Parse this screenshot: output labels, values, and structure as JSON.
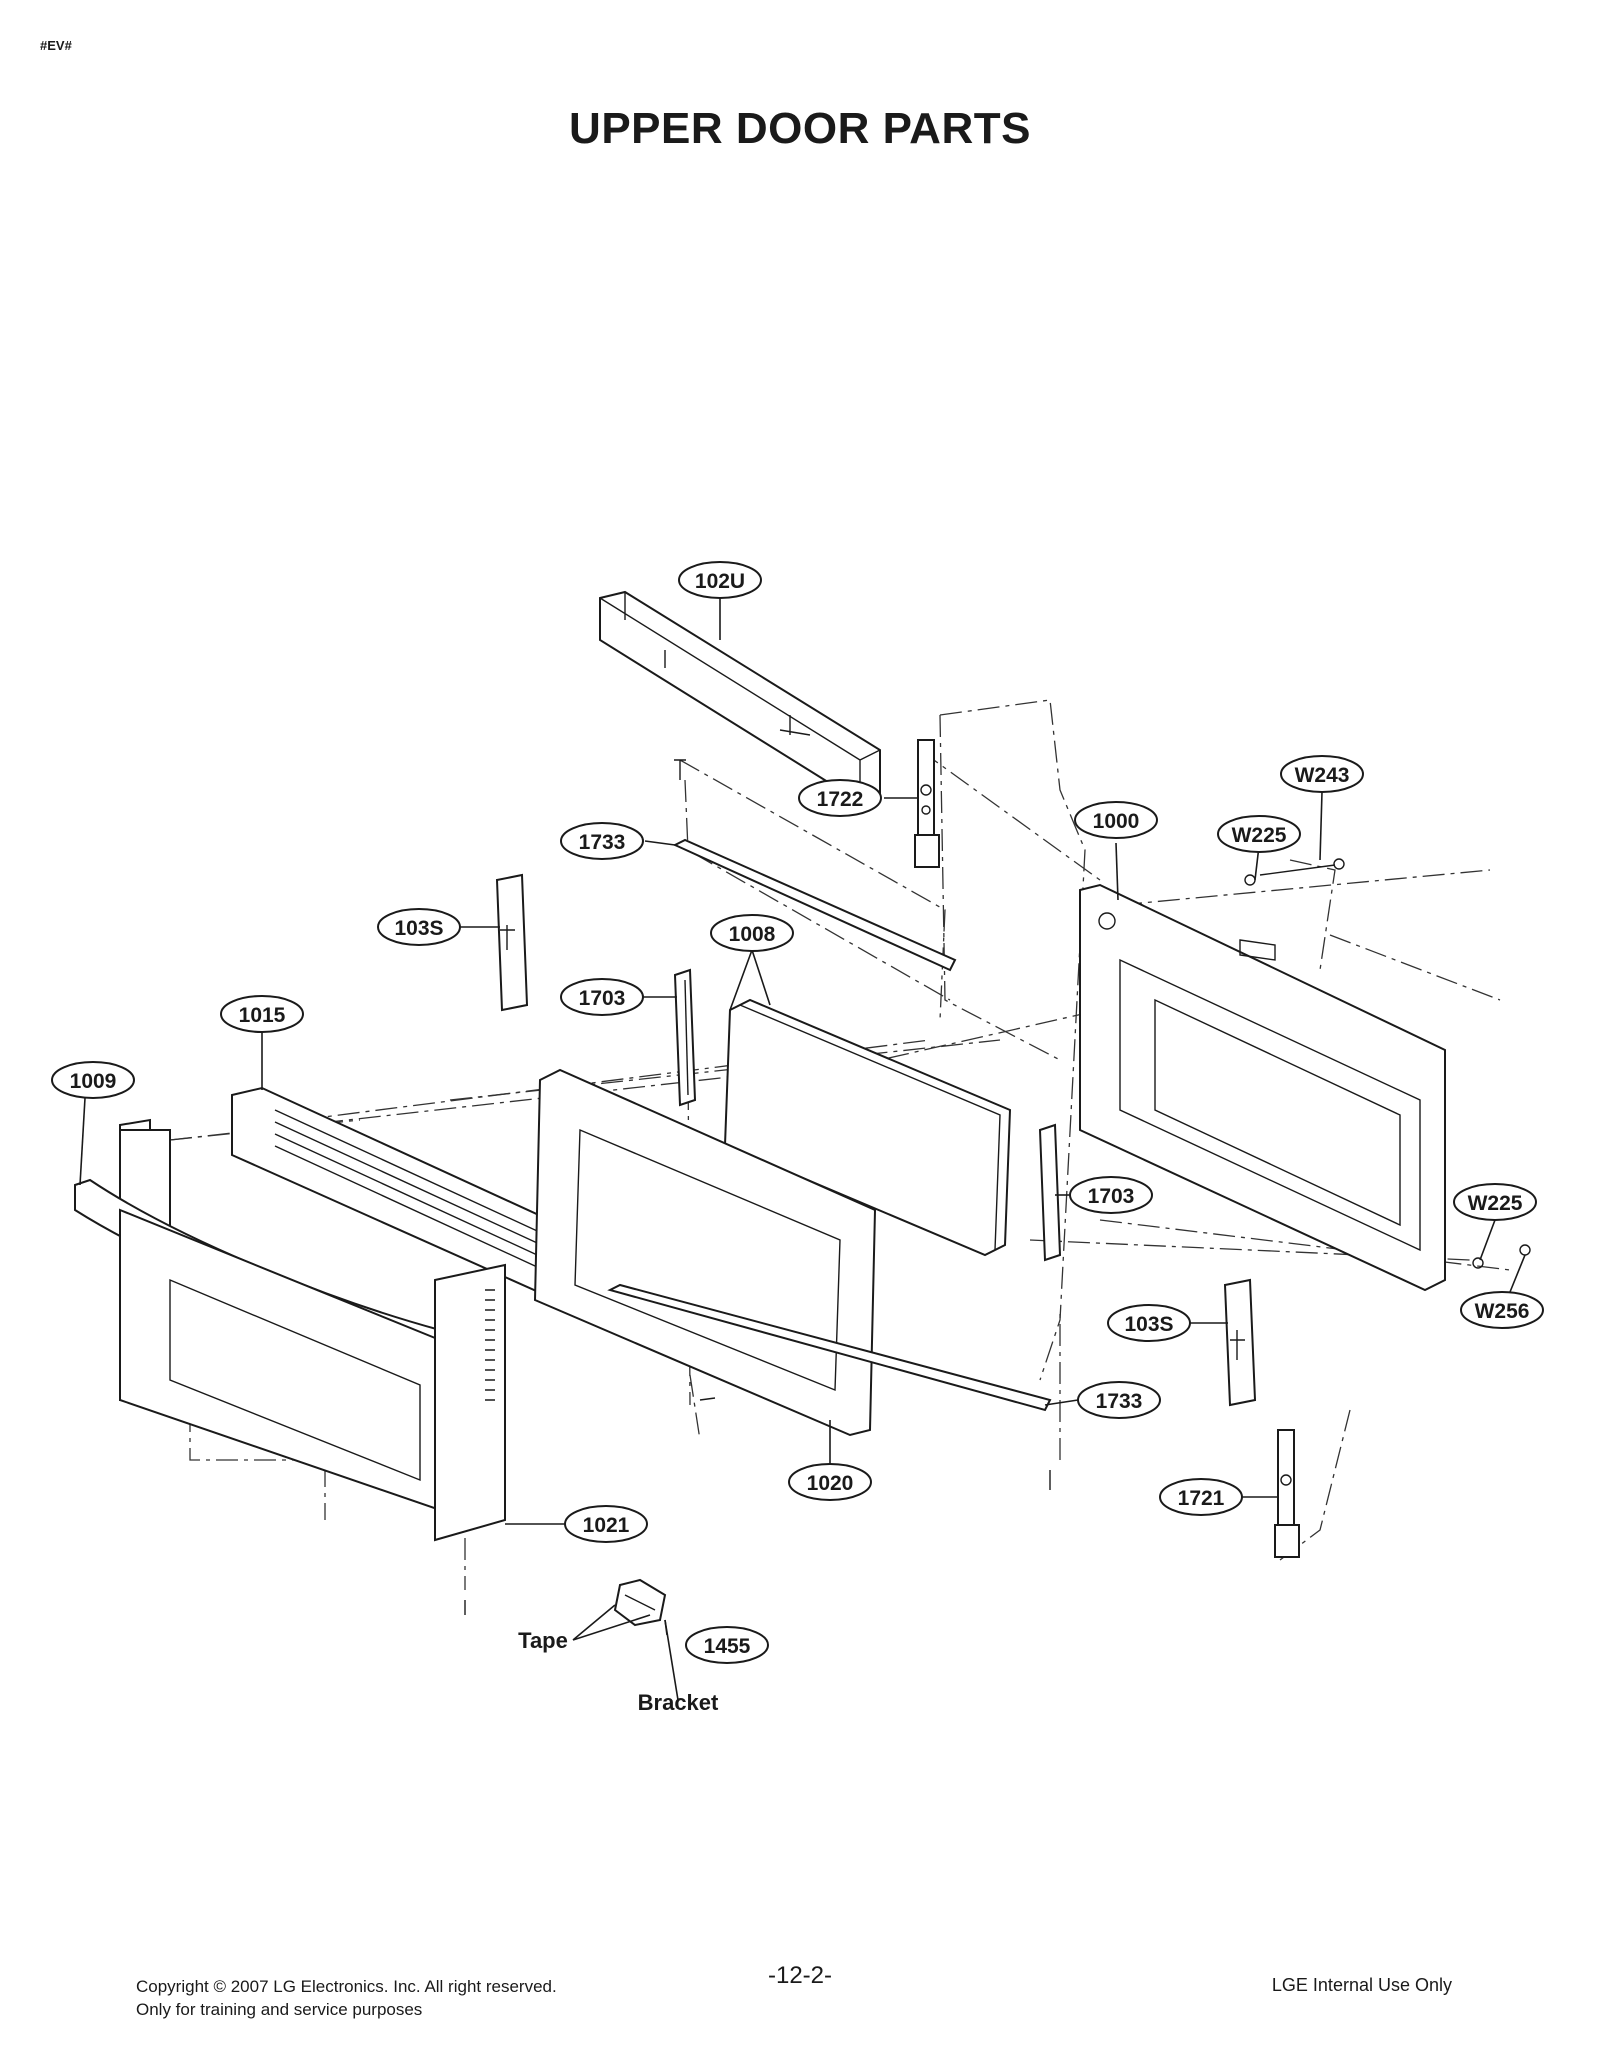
{
  "header": {
    "doc_code": "#EV#",
    "title": "UPPER DOOR PARTS"
  },
  "callouts": [
    {
      "id": "102U"
    },
    {
      "id": "1722"
    },
    {
      "id": "W243"
    },
    {
      "id": "1733"
    },
    {
      "id": "1000"
    },
    {
      "id": "W225"
    },
    {
      "id": "103S"
    },
    {
      "id": "1008"
    },
    {
      "id": "1703"
    },
    {
      "id": "1015"
    },
    {
      "id": "1009"
    },
    {
      "id": "W225"
    },
    {
      "id": "W256"
    },
    {
      "id": "103S"
    },
    {
      "id": "1733"
    },
    {
      "id": "1020"
    },
    {
      "id": "1721"
    },
    {
      "id": "1021"
    },
    {
      "id": "1455"
    },
    {
      "id": "1703"
    }
  ],
  "labels": {
    "tape": "Tape",
    "bracket": "Bracket"
  },
  "footer": {
    "copyright": "Copyright © 2007 LG Electronics. Inc. All right reserved.",
    "purpose": "Only for training and service purposes",
    "page_number": "-12-2-",
    "internal": "LGE Internal Use Only"
  }
}
